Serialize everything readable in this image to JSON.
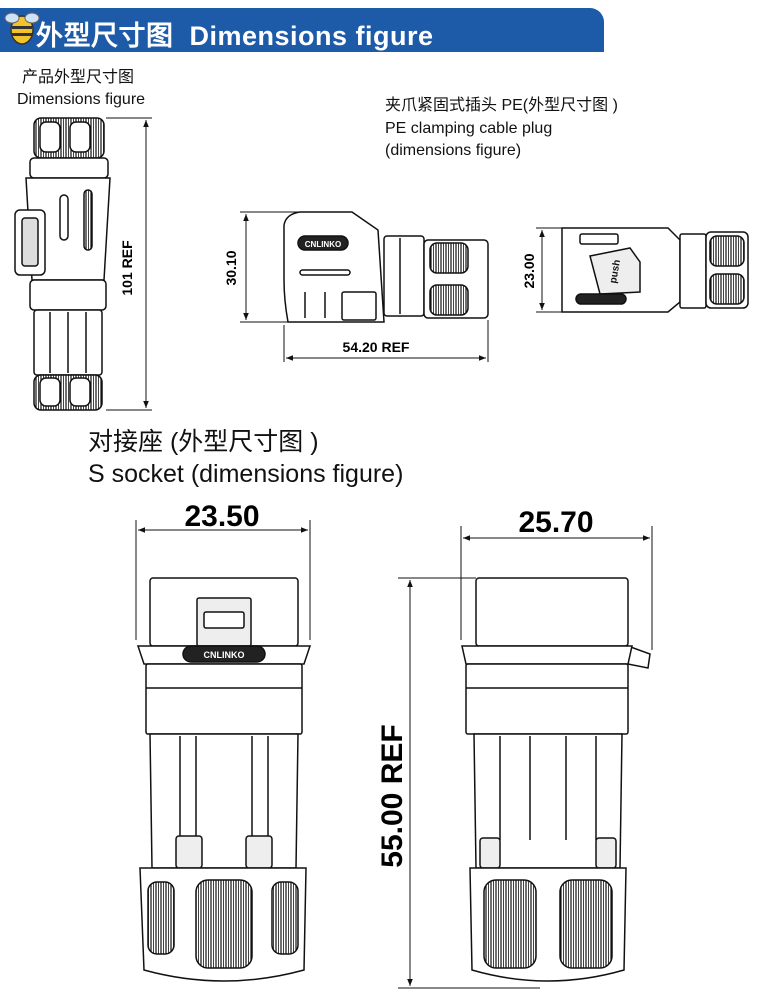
{
  "header": {
    "title_cn": "外型尺寸图",
    "title_en": "Dimensions figure",
    "accent_color": "#1d5ba8"
  },
  "product": {
    "label_cn": "产品外型尺寸图",
    "label_en": "Dimensions figure",
    "dim_length": "101 REF"
  },
  "plug": {
    "label_cn": "夹爪紧固式插头 PE(外型尺寸图 )",
    "label_en1": "PE clamping cable plug",
    "label_en2": "(dimensions figure)",
    "dim_height": "30.10",
    "dim_length": "54.20 REF",
    "dim_height_side": "23.00",
    "push_text": "push"
  },
  "socket": {
    "label_cn": "对接座 (外型尺寸图 )",
    "label_en": "S socket (dimensions figure)",
    "dim_width_front": "23.50",
    "dim_width_side": "25.70",
    "dim_height": "55.00 REF"
  },
  "brand_text": "CNLINKO"
}
